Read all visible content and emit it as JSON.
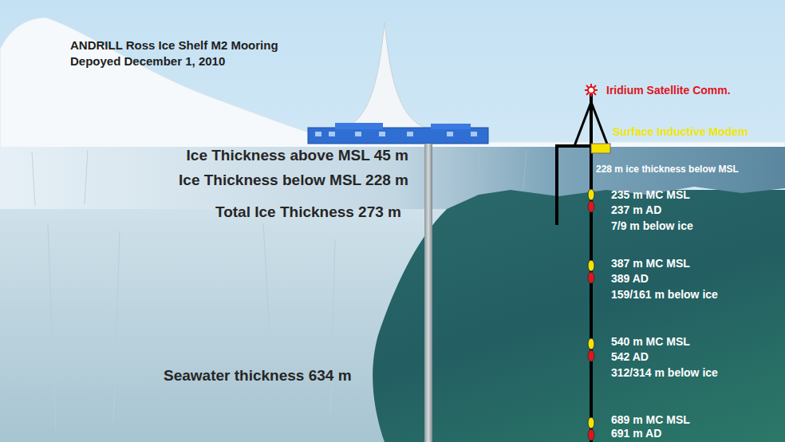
{
  "diagram": {
    "title": "ANDRILL Ross Ice Shelf M2 Mooring",
    "labels": [
      "Depoyed December 1, 2010",
      "Iridium Satellite Comm.",
      "Surface Inductive Modem",
      "Ice Thickness above MSL 45 m",
      "228 m ice thickness below MSL",
      "Ice Thickness below MSL 228 m",
      "235 m MC MSL",
      "237 m AD",
      "Total Ice Thickness 273 m",
      "7/9 m below ice",
      "387 m MC MSL",
      "389 AD",
      "159/161 m below ice",
      "540 m MC MSL",
      "542 AD",
      "Seawater thickness 634 m",
      "312/314 m below ice",
      "689 m MC MSL",
      "691 m AD"
    ]
  }
}
